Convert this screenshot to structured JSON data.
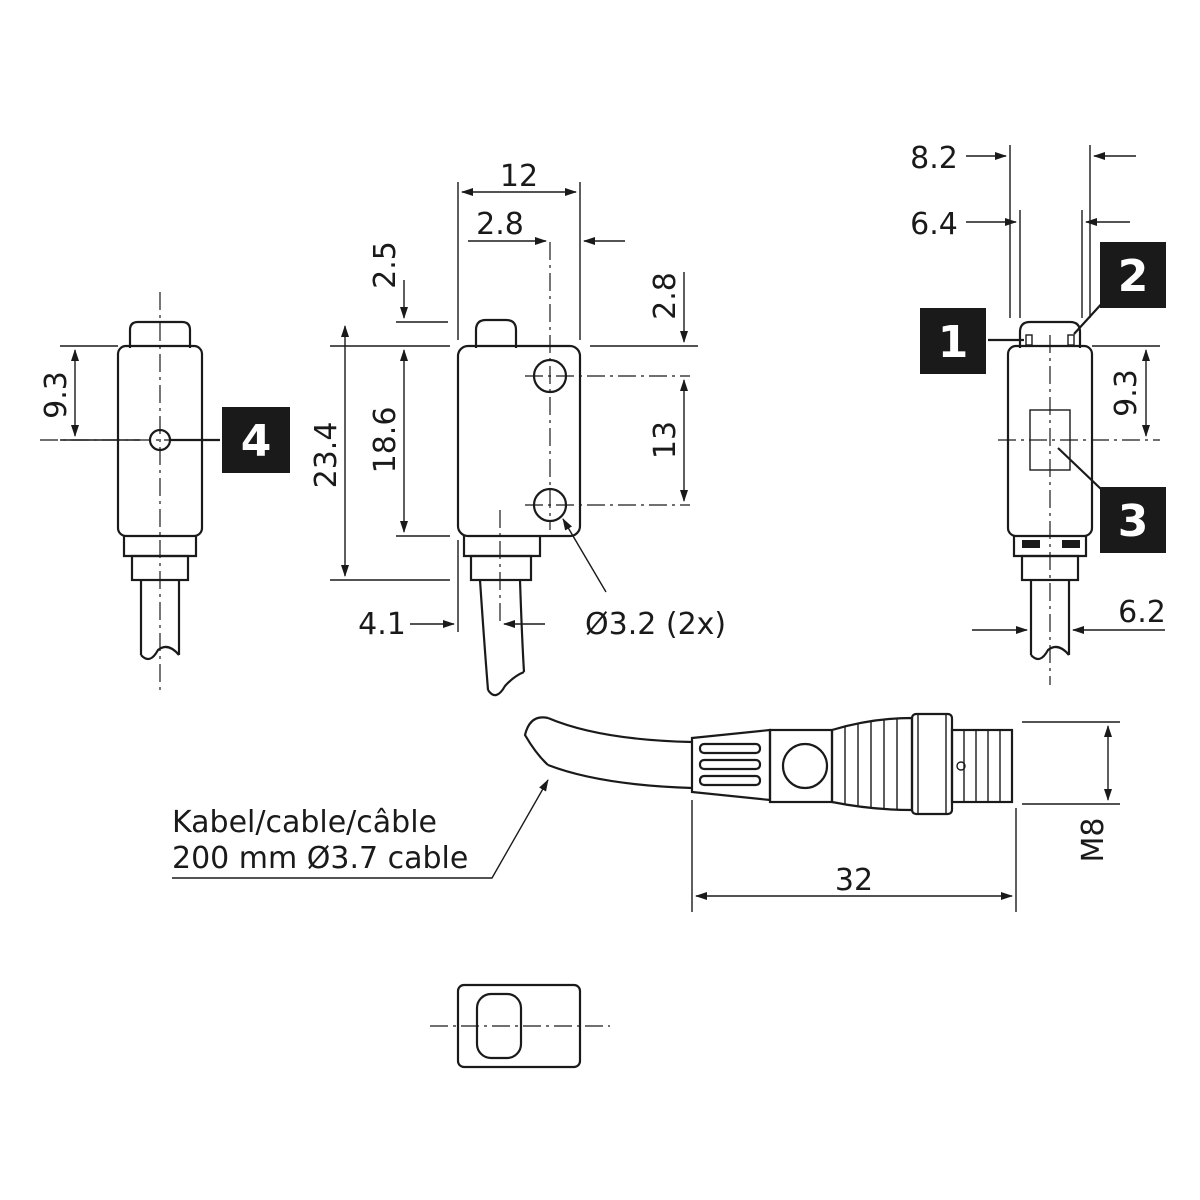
{
  "dimensions": {
    "width_12": "12",
    "offset_2_8_top": "2.8",
    "height_2_5": "2.5",
    "height_2_8": "2.8",
    "height_23_4": "23.4",
    "height_18_6": "18.6",
    "hole_spacing_13": "13",
    "cable_offset_4_1": "4.1",
    "hole_diameter": "Ø3.2 (2x)",
    "left_9_3": "9.3",
    "right_9_3": "9.3",
    "depth_8_2": "8.2",
    "depth_6_4": "6.4",
    "cable_6_2": "6.2",
    "connector_length_32": "32",
    "connector_thread": "M8"
  },
  "cable_label": {
    "line1": "Kabel/cable/câble",
    "line2": "200 mm Ø3.7 cable"
  },
  "callouts": [
    "1",
    "2",
    "3",
    "4"
  ],
  "colors": {
    "line": "#1a1a1a",
    "callout_fill": "#1a1a1a",
    "callout_text": "#ffffff",
    "background": "#ffffff"
  }
}
